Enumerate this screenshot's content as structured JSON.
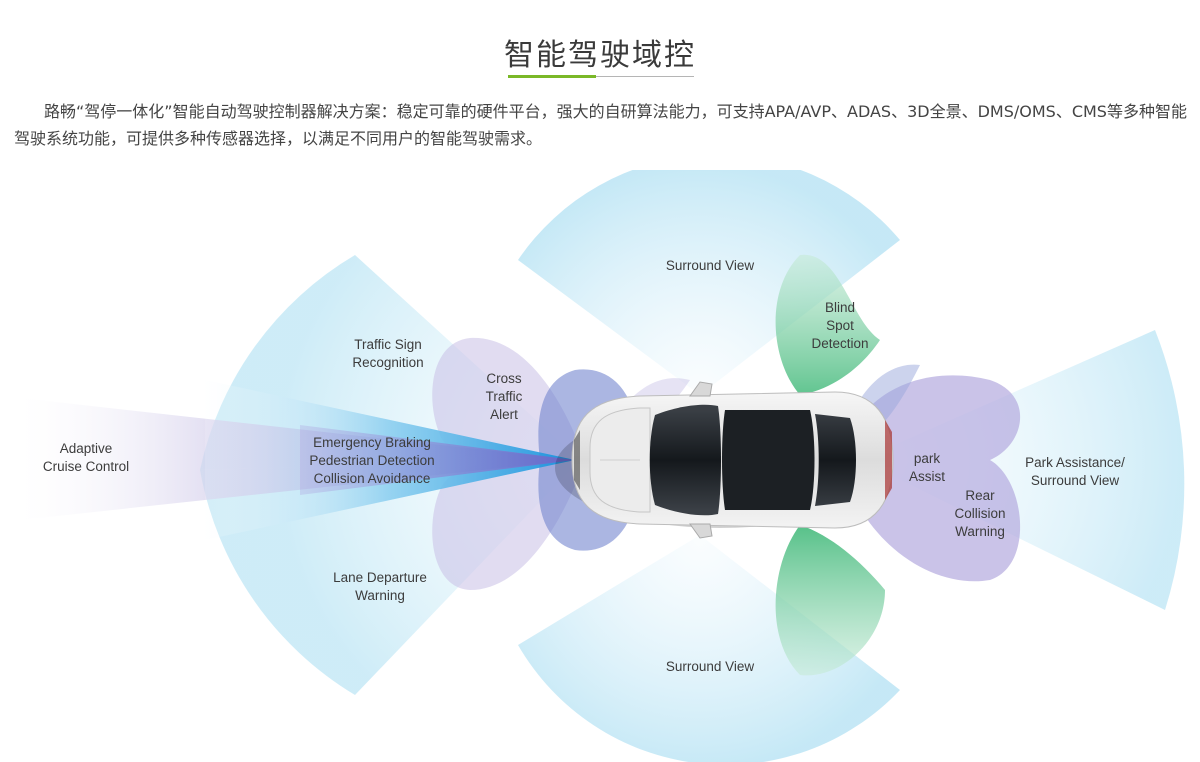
{
  "header": {
    "title": "智能驾驶域控",
    "intro": "路畅“驾停一体化”智能自动驾驶控制器解决方案：稳定可靠的硬件平台，强大的自研算法能力，可支持APA/AVP、ADAS、3D全景、DMS/OMS、CMS等多种智能驾驶系统功能，可提供多种传感器选择，以满足不同用户的智能驾驶需求。"
  },
  "diagram": {
    "labels": {
      "surround_view_top": "Surround View",
      "surround_view_bottom": "Surround View",
      "blind_spot": "Blind\nSpot\nDetection",
      "traffic_sign": "Traffic Sign\nRecognition",
      "cross_traffic": "Cross\nTraffic\nAlert",
      "adaptive_cruise": "Adaptive\nCruise Control",
      "emergency": "Emergency Braking\nPedestrian Detection\nCollision Avoidance",
      "lane_departure": "Lane Departure\nWarning",
      "park_assist": "park\nAssist",
      "rear_collision": "Rear\nCollision\nWarning",
      "park_assistance": "Park Assistance/\nSurround View"
    },
    "colors": {
      "accent_green": "#7ab828",
      "light_blue": "#bfe6f5",
      "lavender": "#c5bde3",
      "blue_beam": "#1a9be0",
      "purple_beam": "#7c5cc4",
      "green_lobe": "#5cc48d"
    }
  }
}
